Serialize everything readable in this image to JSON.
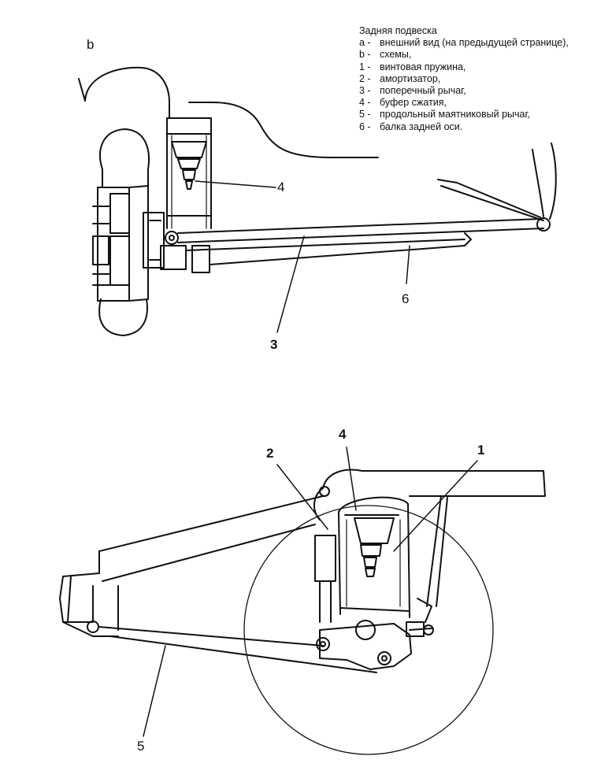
{
  "legend": {
    "title": "Задняя подвеска",
    "lines": [
      {
        "key": "a -",
        "text": "внешний вид (на предыдущей странице),"
      },
      {
        "key": "b -",
        "text": "схемы,"
      },
      {
        "key": "1 -",
        "text": "винтовая пружина,"
      },
      {
        "key": "2 -",
        "text": "амортизатор,"
      },
      {
        "key": "3 -",
        "text": "поперечный рычаг,"
      },
      {
        "key": "4 -",
        "text": "буфер сжатия,"
      },
      {
        "key": "5 -",
        "text": "продольный маятниковый рычаг,"
      },
      {
        "key": "6 -",
        "text": "балка задней оси."
      }
    ]
  },
  "panel_letter": "b",
  "top_view": {
    "c4": "4",
    "c3": "3",
    "c6": "6"
  },
  "side_view": {
    "c2": "2",
    "c4": "4",
    "c1": "1",
    "c5": "5"
  }
}
